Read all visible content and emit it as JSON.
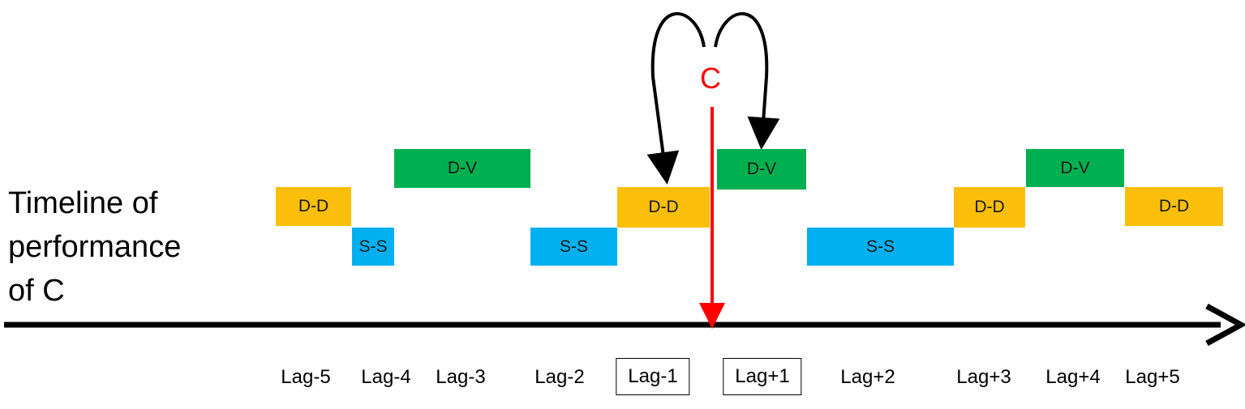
{
  "title_lines": [
    "Timeline of",
    "performance",
    "of C"
  ],
  "marker": {
    "label": "C",
    "color": "#ff0000"
  },
  "colors": {
    "D-D": "#fbbf0b",
    "D-V": "#00b050",
    "S-S": "#00b0f0",
    "axis": "#000000",
    "curves": "#000000"
  },
  "blocks": [
    {
      "label": "D-D",
      "type": "D-D"
    },
    {
      "label": "S-S",
      "type": "S-S"
    },
    {
      "label": "D-V",
      "type": "D-V"
    },
    {
      "label": "S-S",
      "type": "S-S"
    },
    {
      "label": "D-D",
      "type": "D-D"
    },
    {
      "label": "D-V",
      "type": "D-V"
    },
    {
      "label": "S-S",
      "type": "S-S"
    },
    {
      "label": "D-D",
      "type": "D-D"
    },
    {
      "label": "D-V",
      "type": "D-V"
    },
    {
      "label": "D-D",
      "type": "D-D"
    }
  ],
  "lags": [
    {
      "label": "Lag-5",
      "boxed": false
    },
    {
      "label": "Lag-4",
      "boxed": false
    },
    {
      "label": "Lag-3",
      "boxed": false
    },
    {
      "label": "Lag-2",
      "boxed": false
    },
    {
      "label": "Lag-1",
      "boxed": true
    },
    {
      "label": "Lag+1",
      "boxed": true
    },
    {
      "label": "Lag+2",
      "boxed": false
    },
    {
      "label": "Lag+3",
      "boxed": false
    },
    {
      "label": "Lag+4",
      "boxed": false
    },
    {
      "label": "Lag+5",
      "boxed": false
    }
  ]
}
